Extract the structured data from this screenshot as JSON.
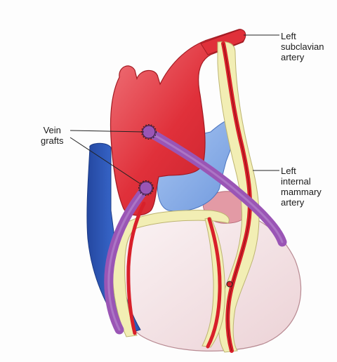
{
  "labels": {
    "vein_grafts": [
      "Vein",
      "grafts"
    ],
    "left_subclavian_artery": [
      "Left",
      "subclavian",
      "artery"
    ],
    "left_internal_mammary_artery": [
      "Left",
      "internal",
      "mammary",
      "artery"
    ]
  },
  "colors": {
    "aorta_red": "#e0303a",
    "aorta_light": "#f08a8a",
    "vena_cava_blue": "#2f5fbf",
    "pulmonary_blue": "#8fb4ec",
    "vein_graft_purple": "#9a55b5",
    "artery_red": "#d8202a",
    "fat_yellow": "#f2eeb4",
    "heart_pink": "#f3e4e6",
    "ventricle_rose": "#e39aa5"
  }
}
